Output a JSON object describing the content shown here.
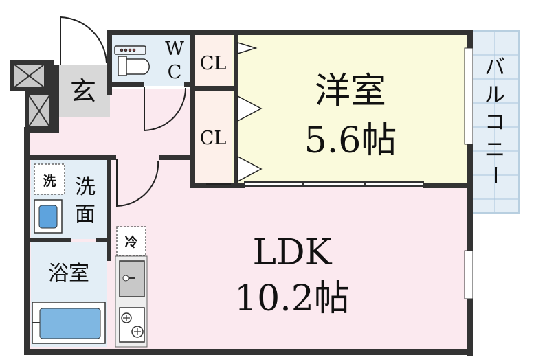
{
  "rooms": {
    "western": {
      "name": "洋室",
      "size": "5.6帖"
    },
    "ldk": {
      "name": "LDK",
      "size": "10.2帖"
    },
    "balcony": {
      "chars": [
        "バ",
        "ル",
        "コ",
        "ニ",
        "ー"
      ]
    },
    "entrance": {
      "name": "玄"
    },
    "wc": {
      "line1": "W",
      "line2": "C"
    },
    "closet_upper": {
      "name": "CL"
    },
    "closet_lower": {
      "name": "CL"
    },
    "washroom": {
      "line1": "洗",
      "line2": "面"
    },
    "bathroom": {
      "name": "浴室"
    }
  },
  "fixtures": {
    "washer_mark": "洗",
    "fridge_mark": "冷"
  },
  "colors": {
    "wall": "#333333",
    "western_floor": "#fafadc",
    "ldk_floor": "#fbe9ef",
    "wet_floor": "#e3eef6",
    "closet_floor": "#fdf0ea",
    "entrance_floor": "#d8d8d8",
    "balcony_floor": "#e4eef6",
    "bath_tub": "#7fb7e2"
  }
}
